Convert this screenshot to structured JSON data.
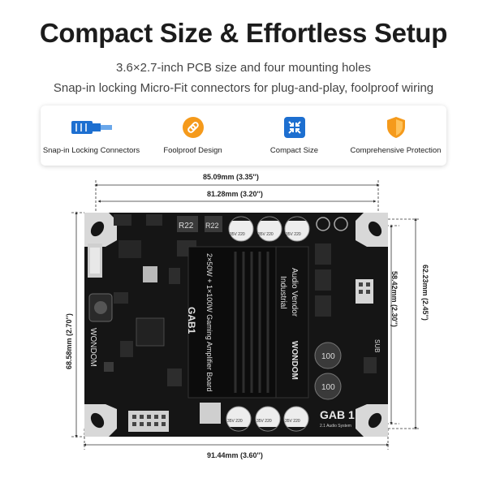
{
  "header": {
    "title": "Compact Size & Effortless Setup",
    "subtitle_1": "3.6×2.7-inch PCB size and four mounting holes",
    "subtitle_2": "Snap-in locking Micro-Fit connectors for plug-and-play, foolproof wiring"
  },
  "features": [
    {
      "label": "Snap-in Locking Connectors",
      "icon": "connector-icon",
      "color": "#1d6fd0"
    },
    {
      "label": "Foolproof Design",
      "icon": "link-icon",
      "color": "#f59a1b"
    },
    {
      "label": "Compact Size",
      "icon": "compress-icon",
      "color": "#1d6fd0"
    },
    {
      "label": "Comprehensive Protection",
      "icon": "shield-icon",
      "color": "#f59a1b"
    }
  ],
  "dimensions": {
    "top_outer": "85.09mm (3.35'')",
    "top_inner": "81.28mm (3.20'')",
    "bottom": "91.44mm (3.60'')",
    "left": "68.58mm (2.70'')",
    "right_inner": "58.42mm (2.30'')",
    "right_outer": "62.23mm (2.45'')"
  },
  "board": {
    "brand": "WONDOM",
    "model": "GAB1",
    "model_big": "GAB 1",
    "model_sub": "2.1 Audio System",
    "heatsink_text": "2×50W + 1×100W Gaming Amplifier Board",
    "side_text_1": "Industrial",
    "side_text_2": "Audio Vendor",
    "heatsink_brand": "WONDOM",
    "inductor_label": "100",
    "sub_label": "SUB",
    "resistor_1": "R22",
    "resistor_2": "R22",
    "cap_label": "35V 220"
  },
  "colors": {
    "accent_blue": "#1d6fd0",
    "accent_orange": "#f59a1b",
    "pcb": "#151515",
    "heatsink": "#0c0c0c"
  }
}
